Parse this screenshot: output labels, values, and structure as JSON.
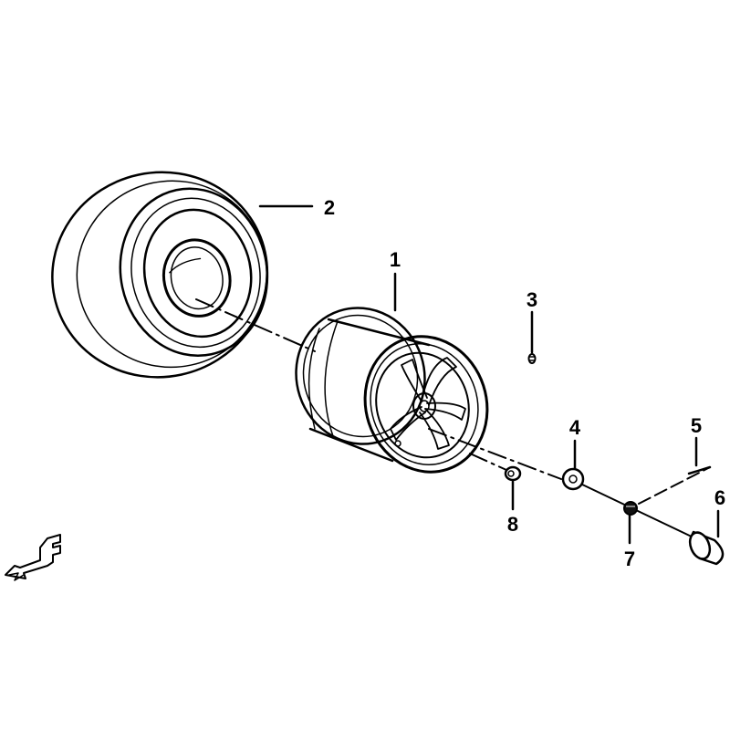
{
  "diagram": {
    "callouts": [
      {
        "id": "1"
      },
      {
        "id": "2"
      },
      {
        "id": "3"
      },
      {
        "id": "4"
      },
      {
        "id": "5"
      },
      {
        "id": "6"
      },
      {
        "id": "7"
      },
      {
        "id": "8"
      }
    ],
    "direction_marker": {
      "letter": "F"
    },
    "colors": {
      "line": "#000000",
      "background": "#ffffff",
      "hub_nut_fill": "#111111"
    }
  }
}
